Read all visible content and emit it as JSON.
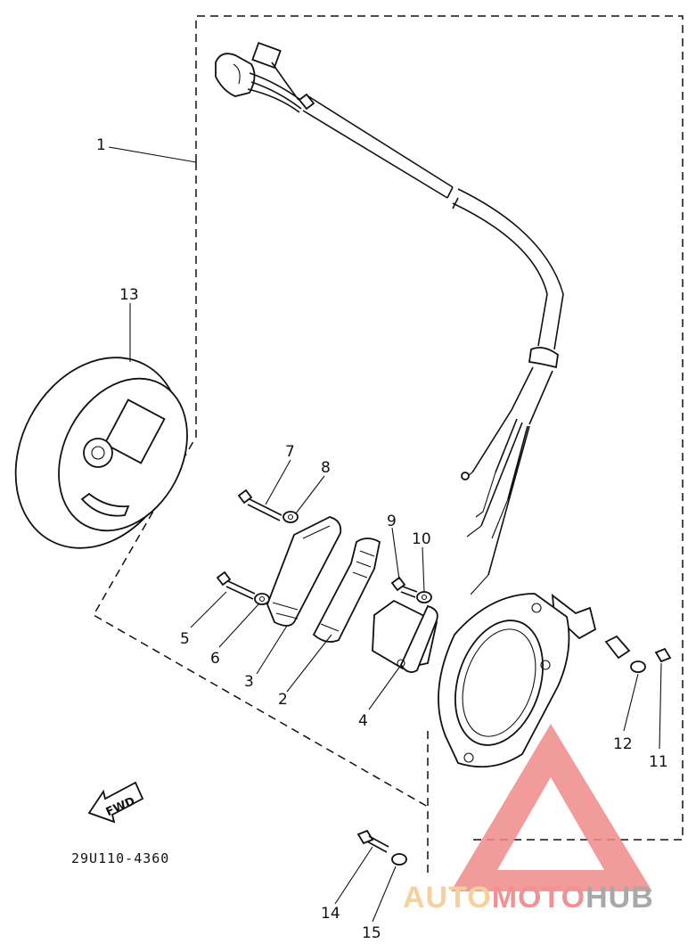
{
  "diagram": {
    "part_code": "29U110-4360",
    "fwd_label": "FWD",
    "callouts": {
      "c1": "1",
      "c2": "2",
      "c3": "3",
      "c4": "4",
      "c5": "5",
      "c6": "6",
      "c7": "7",
      "c8": "8",
      "c9": "9",
      "c10": "10",
      "c11": "11",
      "c12": "12",
      "c13": "13",
      "c14": "14",
      "c15": "15"
    }
  },
  "watermark": {
    "part1": "AUTO",
    "part2": "MOTO",
    "part3": "HUB",
    "colors": {
      "auto": "#f5c98a",
      "moto": "#ef7f7f",
      "hub": "#9a9a9a",
      "triangle": "#f08a8a"
    }
  }
}
